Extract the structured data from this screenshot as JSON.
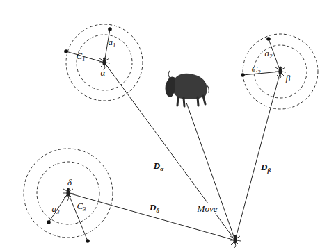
{
  "diagram": {
    "labels": [
      "a1",
      "C1",
      "α",
      "a2",
      "C2",
      "β",
      "a3",
      "C3",
      "δ",
      "Dα",
      "Move",
      "Dβ",
      "Dδ"
    ]
  }
}
